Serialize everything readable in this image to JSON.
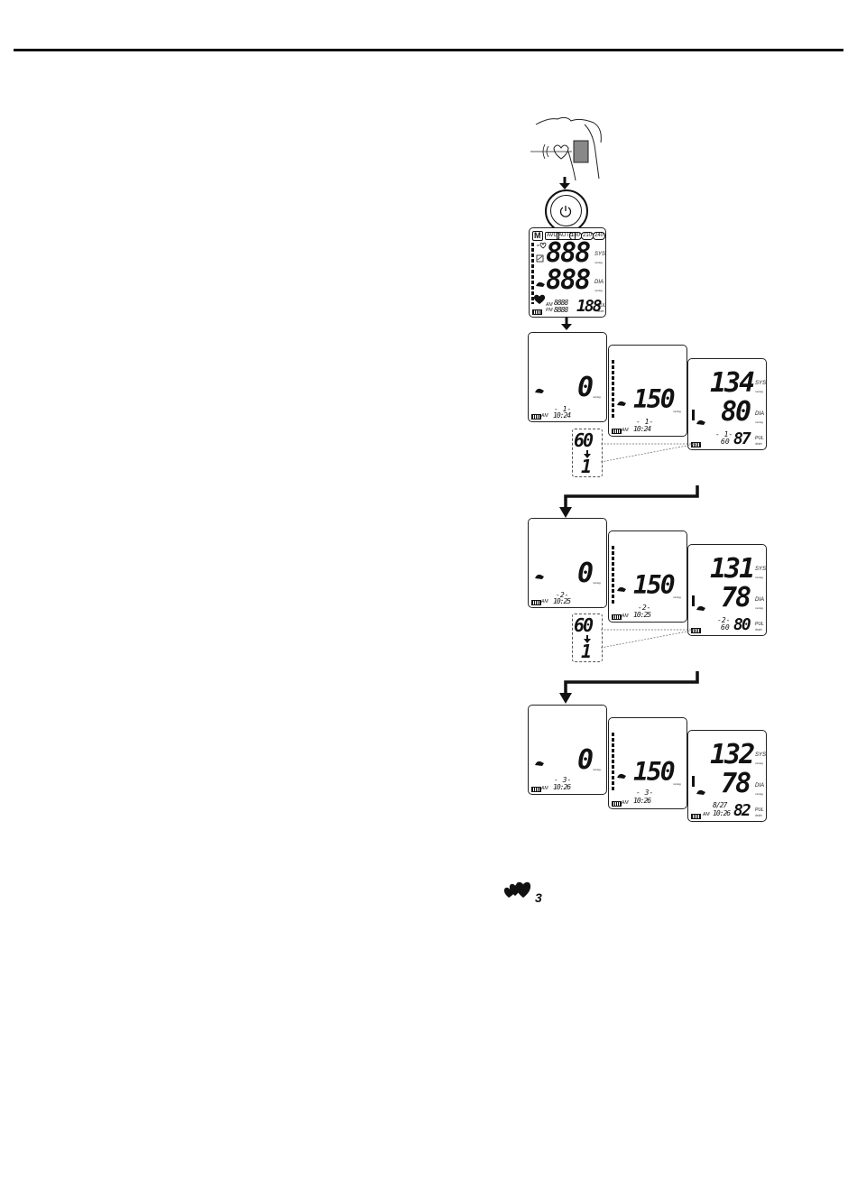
{
  "panel0": {
    "modes": [
      "M",
      "AVG",
      "AUTO",
      "180",
      "210",
      "240"
    ],
    "sys": "888",
    "dia": "888",
    "pulse": "188",
    "time_top": "8888",
    "time_bottom": "8888",
    "ampm_top": "AM",
    "ampm_bottom": "PM",
    "sys_label": "SYS",
    "dia_label": "DIA",
    "pul_label": "PUL",
    "pul_unit": "/min",
    "unit": "mmHg"
  },
  "rounds": [
    {
      "screen_a": {
        "pressure": "0",
        "counter": "- 1-",
        "ampm": "AM",
        "time": "10:24",
        "unit": "mmHg"
      },
      "screen_b": {
        "pressure": "150",
        "counter": "- 1-",
        "ampm": "AM",
        "time": "10:24",
        "unit": "mmHg"
      },
      "screen_c": {
        "sys": "134",
        "dia": "80",
        "pulse": "87",
        "counter": "- 1-",
        "countdown": "60",
        "sys_label": "SYS",
        "dia_label": "DIA",
        "pul_label": "PUL",
        "pul_unit": "/min",
        "unit": "mmHg"
      },
      "countdown": {
        "from": "60",
        "to": "1"
      }
    },
    {
      "screen_a": {
        "pressure": "0",
        "counter": "-2-",
        "ampm": "AM",
        "time": "10:25",
        "unit": "mmHg"
      },
      "screen_b": {
        "pressure": "150",
        "counter": "-2-",
        "ampm": "AM",
        "time": "10:25",
        "unit": "mmHg"
      },
      "screen_c": {
        "sys": "131",
        "dia": "78",
        "pulse": "80",
        "counter": "-2-",
        "countdown": "60",
        "sys_label": "SYS",
        "dia_label": "DIA",
        "pul_label": "PUL",
        "pul_unit": "/min",
        "unit": "mmHg"
      },
      "countdown": {
        "from": "60",
        "to": "1"
      }
    },
    {
      "screen_a": {
        "pressure": "0",
        "counter": "- 3-",
        "ampm": "AM",
        "time": "10:26",
        "unit": "mmHg"
      },
      "screen_b": {
        "pressure": "150",
        "counter": "- 3-",
        "ampm": "AM",
        "time": "10:26",
        "unit": "mmHg"
      },
      "screen_c": {
        "sys": "132",
        "dia": "78",
        "pulse": "82",
        "date": "8/27",
        "ampm": "AM",
        "time": "10:26",
        "sys_label": "SYS",
        "dia_label": "DIA",
        "pul_label": "PUL",
        "pul_unit": "/min",
        "unit": "mmHg"
      }
    }
  ],
  "legend_icon": {
    "name": "triple-heart-icon",
    "subscript": "3"
  }
}
